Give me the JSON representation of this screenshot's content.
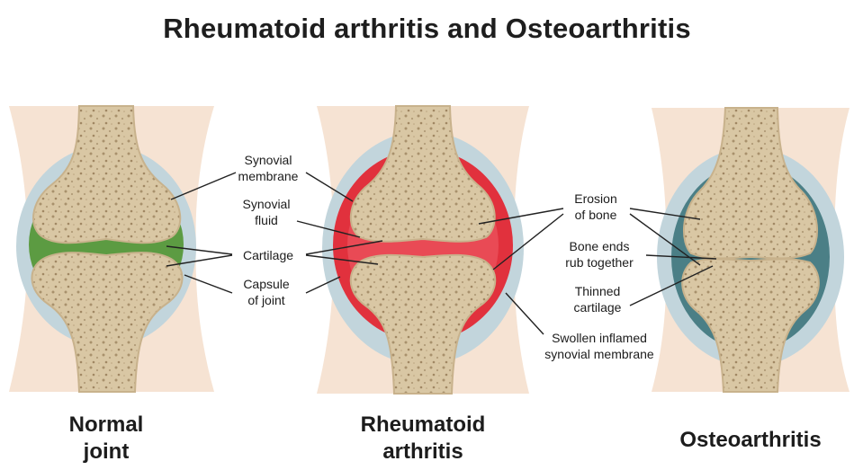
{
  "title": "Rheumatoid arthritis and Osteoarthritis",
  "colors": {
    "bone": "#d9c7a4",
    "bone_outline": "#c8b28c",
    "skin": "#f6e3d3",
    "capsule": "#c2d5dc",
    "healthy_fluid": "#5c9b42",
    "inflamed_membrane": "#e1313d",
    "osteo_fluid": "#4b7f86"
  },
  "labels": {
    "synovial_membrane": [
      "Synovial",
      "membrane"
    ],
    "synovial_fluid": [
      "Synovial",
      "fluid"
    ],
    "cartilage": "Cartilage",
    "capsule_of_joint": [
      "Capsule",
      "of joint"
    ],
    "erosion_of_bone": [
      "Erosion",
      "of bone"
    ],
    "bone_ends_rub": [
      "Bone ends",
      "rub together"
    ],
    "thinned_cartilage": [
      "Thinned",
      "cartilage"
    ],
    "swollen_membrane": [
      "Swollen inflamed",
      "synovial membrane"
    ]
  },
  "captions": {
    "normal": [
      "Normal",
      "joint"
    ],
    "rheumatoid": [
      "Rheumatoid",
      "arthritis"
    ],
    "osteo": "Osteoarthritis"
  }
}
